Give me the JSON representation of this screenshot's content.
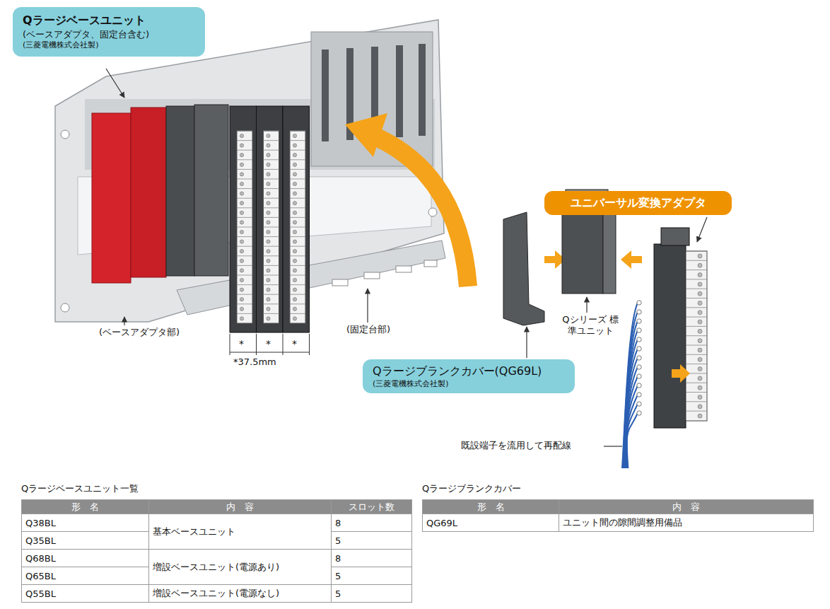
{
  "diagram": {
    "nodes": [
      {
        "text": [
          "Qラージベースユニット",
          "(ベースアダプタ、固定台含む)",
          "(三菱電機株式会社製)"
        ]
      },
      {
        "text": [
          "ユニバーサル変換アダプタ"
        ]
      },
      {
        "text": [
          "Qラージブランクカバー(QG69L)",
          "(三菱電機株式会社製)"
        ]
      }
    ],
    "labels": [
      "(ベースアダプタ部)",
      "(固定台部)",
      "*",
      "*",
      "*",
      "*37.5mm",
      "Qシリーズ 標準ユニット",
      "既設端子を流用して再配線",
      "Qラージベースユニット一覧",
      "形　名",
      "内　容",
      "スロット数",
      "Q38BL",
      "基本ベースユニット",
      "8",
      "Q35BL",
      "5",
      "Q68BL",
      "増設ベースユニット(電源あり)",
      "8",
      "Q65BL",
      "5",
      "Q55BL",
      "増設ベースユニット(電源なし)",
      "5",
      "Qラージブランクカバー",
      "形　名",
      "内　容",
      "QG69L",
      "ユニット間の隙間調整用備品"
    ]
  }
}
